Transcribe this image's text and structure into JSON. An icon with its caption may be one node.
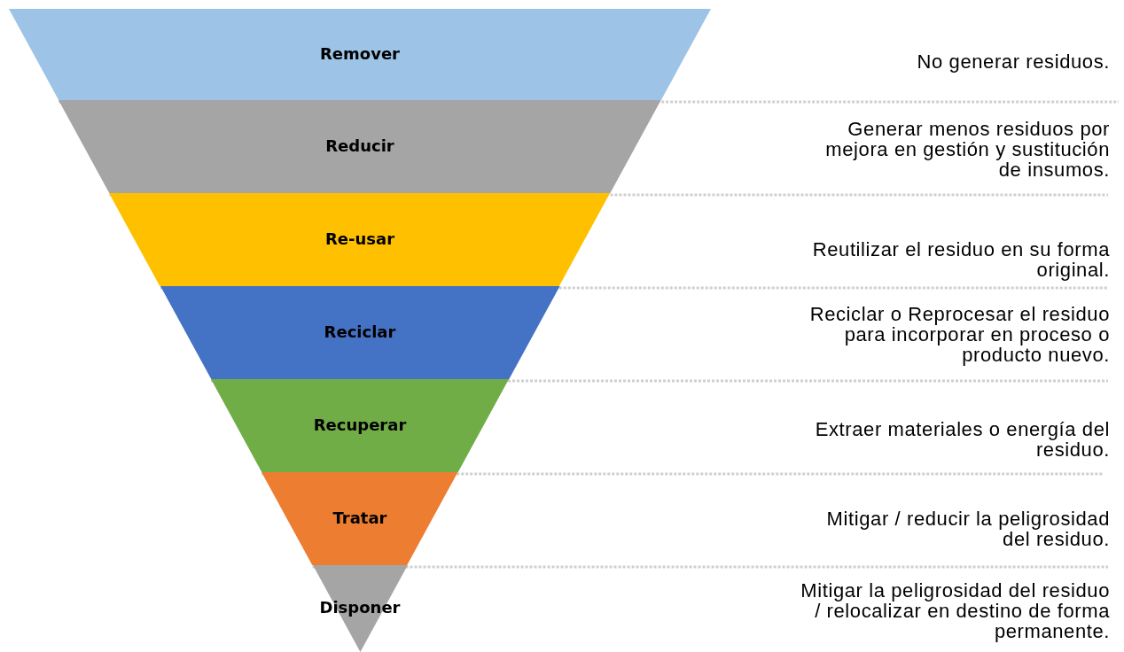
{
  "diagram": {
    "nodes": [
      {
        "text": [
          "Remover"
        ]
      },
      {
        "text": [
          "Reducir"
        ]
      },
      {
        "text": [
          "Re-usar"
        ]
      },
      {
        "text": [
          "Reciclar"
        ]
      },
      {
        "text": [
          "Recuperar"
        ]
      },
      {
        "text": [
          "Tratar"
        ]
      },
      {
        "text": [
          "Disponer"
        ]
      }
    ],
    "labels": [
      "No generar residuos.",
      "Generar menos residuos por mejora en gestión y sustitución de insumos.",
      "Reutilizar el residuo en su forma original.",
      "Reciclar o Reprocesar el residuo para incorporar en proceso o producto nuevo.",
      "Extraer materiales o energía del residuo.",
      "Mitigar / reducir la peligrosidad del residuo.",
      "Mitigar la peligrosidad del residuo / relocalizar en destino de forma permanente."
    ]
  }
}
